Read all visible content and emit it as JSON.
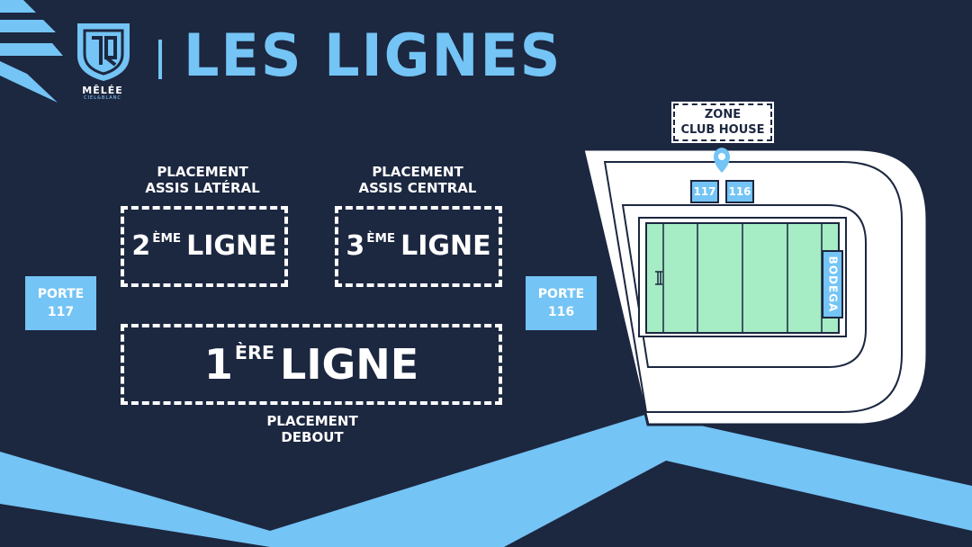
{
  "brand": {
    "name": "MÊLÉE",
    "subtitle": "CIEL&BLANC"
  },
  "title": "LES LIGNES",
  "colors": {
    "background": "#1c2740",
    "accent": "#74c4f5",
    "pitch": "#a6ecc4",
    "white": "#ffffff"
  },
  "zones": {
    "lateral": {
      "caption_1": "PLACEMENT",
      "caption_2": "ASSIS LATÉRAL",
      "number": "2",
      "suffix": "ÈME",
      "word": "LIGNE"
    },
    "central": {
      "caption_1": "PLACEMENT",
      "caption_2": "ASSIS CENTRAL",
      "number": "3",
      "suffix": "ÈME",
      "word": "LIGNE"
    },
    "debout": {
      "caption_1": "PLACEMENT",
      "caption_2": "DEBOUT",
      "number": "1",
      "suffix": "ÈRE",
      "word": "LIGNE"
    }
  },
  "portes": {
    "left": {
      "label": "PORTE",
      "number": "117"
    },
    "right": {
      "label": "PORTE",
      "number": "116"
    }
  },
  "stadium": {
    "zone_line_1": "ZONE",
    "zone_line_2": "CLUB HOUSE",
    "gate_a": "117",
    "gate_b": "116",
    "bodega": "BODEGA",
    "marker_icon": "map-pin-icon"
  }
}
